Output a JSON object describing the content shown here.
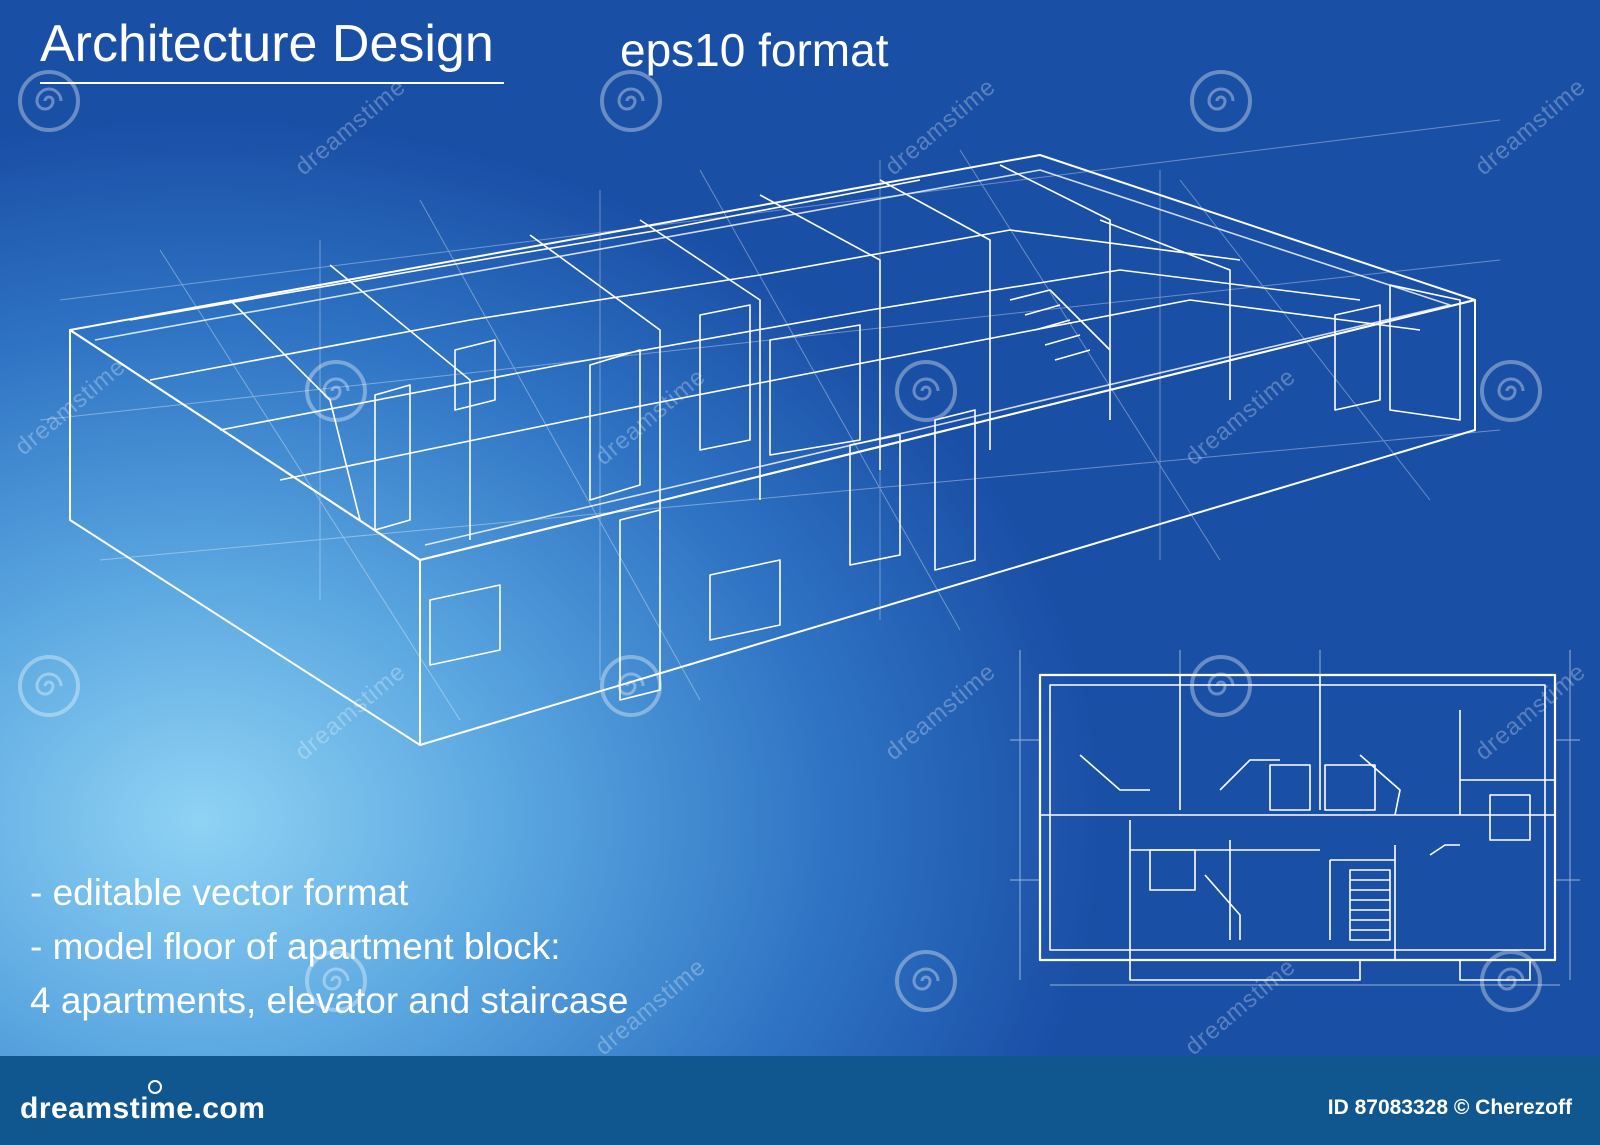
{
  "title": "Architecture Design",
  "subtitle": "eps10 format",
  "features": [
    "- editable vector format",
    "- model floor of apartment block:",
    "4 apartments, elevator and staircase"
  ],
  "watermark": {
    "text": "dreamstime",
    "icon": "spiral-logo-icon"
  },
  "footer": {
    "site": "dreamstime.com",
    "image_credit": "ID 87083328 © Cherezoff"
  },
  "colors": {
    "line": "#ffffff",
    "footer": "#11578f",
    "blueprint_dark": "#1a4fa6",
    "blueprint_light": "#8fd3f4"
  }
}
